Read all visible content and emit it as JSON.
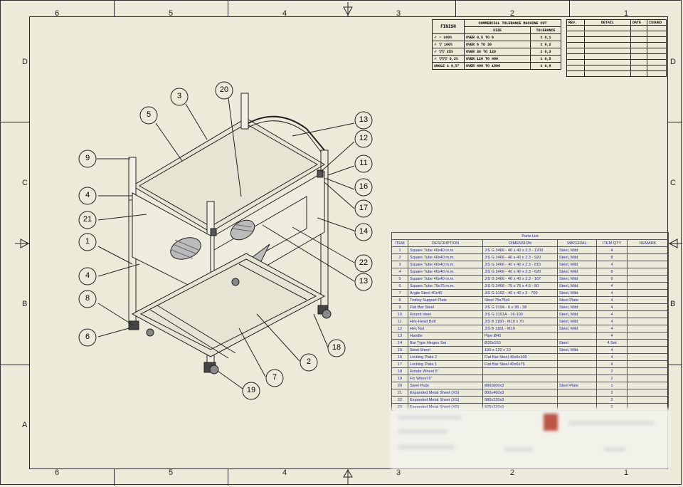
{
  "zones": {
    "columns": [
      "6",
      "5",
      "4",
      "3",
      "2",
      "1"
    ],
    "rows": [
      "D",
      "C",
      "B",
      "A"
    ]
  },
  "finish_table": {
    "finish_label": "FINISH",
    "header_title": "COMMERCIAL TOLERANCE MACHINE CUT",
    "size_header": "SIZE",
    "tol_header": "TOLERANCE",
    "rows": [
      {
        "pct": "100%",
        "size": "OVER 0,5 TO 6",
        "tol": "± 0,1"
      },
      {
        "pct": "100%",
        "size": "OVER 6 TO 30",
        "tol": "± 0,2"
      },
      {
        "pct": "25%",
        "size": "OVER 30 TO 120",
        "tol": "± 0,3"
      },
      {
        "pct": "6,3%",
        "size": "OVER 120 TO 400",
        "tol": "± 0,5"
      },
      {
        "pct": "ANGLE ± 0,5°",
        "size": "OVER 400 TO 1000",
        "tol": "± 0,8"
      }
    ]
  },
  "revision_table": {
    "headers": [
      "REV.",
      "DETAIL",
      "DATE",
      "ISSUED"
    ]
  },
  "balloons": [
    "3",
    "20",
    "5",
    "13",
    "12",
    "11",
    "16",
    "17",
    "14",
    "9",
    "4",
    "21",
    "1",
    "4",
    "8",
    "6",
    "22",
    "13",
    "18",
    "2",
    "7",
    "19"
  ],
  "parts_list": {
    "title": "Parts List",
    "headers": [
      "ITEM",
      "DESCRIPTION",
      "DIMENSION",
      "MATERIAL",
      "ITEM QTY",
      "REMARK"
    ],
    "rows": [
      [
        "1",
        "Square Tube 40x40 m.m.",
        "JIS G 3466 - 40 x 40 x 2.3 - 1200",
        "Steel, Mild",
        "4",
        ""
      ],
      [
        "2",
        "Square Tube 40x40 m.m.",
        "JIS G 3466 - 40 x 40 x 2.3 - 920",
        "Steel, Mild",
        "8",
        ""
      ],
      [
        "3",
        "Square Tube 40x40 m.m.",
        "JIS G 3466 - 40 x 40 x 2.3 - 815",
        "Steel, Mild",
        "4",
        ""
      ],
      [
        "4",
        "Square Tube 40x40 m.m.",
        "JIS G 3466 - 40 x 40 x 2.3 - 620",
        "Steel, Mild",
        "8",
        ""
      ],
      [
        "5",
        "Square Tube 40x40 m.m.",
        "JIS G 3466 - 40 x 40 x 2.3 - 167",
        "Steel, Mild",
        "6",
        ""
      ],
      [
        "6",
        "Square Tube 75x75 m.m.",
        "JIS G 3466 - 75 x 75 x 4.5 - 50",
        "Steel, Mild",
        "4",
        ""
      ],
      [
        "7",
        "Angle Steel 40x40",
        "JIS G 3192 - 40 x 40 x 3 - 700",
        "Steel, Mild",
        "4",
        ""
      ],
      [
        "8",
        "Trolley Support Plate",
        "Steel 75x75x6",
        "Steel Plate",
        "4",
        ""
      ],
      [
        "9",
        "Flat Bar Steel",
        "JIS G 3194 - 6 x 38 - 38",
        "Steel, Mild",
        "4",
        ""
      ],
      [
        "10",
        "Round steel",
        "JIS G 3191A - 16-100",
        "Steel, Mild",
        "4",
        ""
      ],
      [
        "11",
        "Hex-Head Bolt",
        "JIS B 1180 - M10 x 70",
        "Steel, Mild",
        "4",
        ""
      ],
      [
        "12",
        "Hex Nut",
        "JIS B 1181 - M10",
        "Steel, Mild",
        "4",
        ""
      ],
      [
        "13",
        "Handle",
        "Pipe Ø40",
        "",
        "4",
        ""
      ],
      [
        "14",
        "Bar Type Hinges Set",
        "Ø20x150",
        "Steel",
        "4 Set",
        ""
      ],
      [
        "15",
        "Steel Sheet",
        "150 x 120 x 10",
        "Steel, Mild",
        "4",
        ""
      ],
      [
        "16",
        "Locking Plate 2",
        "Flat Bar Steel 40x6x100",
        "",
        "4",
        ""
      ],
      [
        "17",
        "Locking Plate 1",
        "Flat Bar Steel 40x6x75",
        "",
        "4",
        ""
      ],
      [
        "18",
        "Rotate Wheel 5\"",
        "",
        "",
        "2",
        ""
      ],
      [
        "19",
        "Fix Wheel 5\"",
        "",
        "",
        "2",
        ""
      ],
      [
        "20",
        "Steel Plate",
        "880x600x3",
        "Steel Plate",
        "1",
        ""
      ],
      [
        "21",
        "Expanded Metal Sheet (XS)",
        "860x460x3",
        "",
        "2",
        ""
      ],
      [
        "22",
        "Expanded Metal Sheet (XS)",
        "980x220x3",
        "",
        "2",
        ""
      ],
      [
        "23",
        "Expanded Metal Sheet (XS)",
        "925x220x3",
        "",
        "2",
        ""
      ]
    ]
  }
}
